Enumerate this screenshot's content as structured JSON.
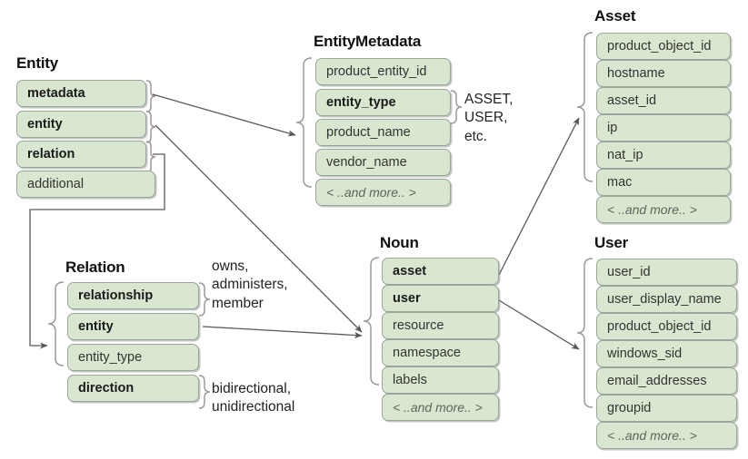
{
  "diagram": {
    "title_hidden": "UDM Entity data model",
    "background": "#ffffff",
    "box_fill": "#d9e7d0",
    "box_border": "#9aa69a",
    "wire_color": "#5a5a5a",
    "brace_color": "#9a9a9a"
  },
  "groups": {
    "entity": {
      "title": "Entity",
      "fields": [
        {
          "label": "metadata",
          "style": "bold"
        },
        {
          "label": "entity",
          "style": "bold"
        },
        {
          "label": "relation",
          "style": "bold"
        },
        {
          "label": "additional",
          "style": "normal"
        }
      ]
    },
    "entity_metadata": {
      "title": "EntityMetadata",
      "fields": [
        {
          "label": "product_entity_id",
          "style": "normal"
        },
        {
          "label": "entity_type",
          "style": "bold"
        },
        {
          "label": "product_name",
          "style": "normal"
        },
        {
          "label": "vendor_name",
          "style": "normal"
        },
        {
          "label": "< ..and more.. >",
          "style": "more"
        }
      ]
    },
    "asset": {
      "title": "Asset",
      "fields": [
        {
          "label": "product_object_id",
          "style": "normal"
        },
        {
          "label": "hostname",
          "style": "normal"
        },
        {
          "label": "asset_id",
          "style": "normal"
        },
        {
          "label": "ip",
          "style": "normal"
        },
        {
          "label": "nat_ip",
          "style": "normal"
        },
        {
          "label": "mac",
          "style": "normal"
        },
        {
          "label": "< ..and more.. >",
          "style": "more"
        }
      ]
    },
    "relation": {
      "title": "Relation",
      "fields": [
        {
          "label": "relationship",
          "style": "bold"
        },
        {
          "label": "entity",
          "style": "bold"
        },
        {
          "label": "entity_type",
          "style": "normal"
        },
        {
          "label": "direction",
          "style": "bold"
        }
      ]
    },
    "noun": {
      "title": "Noun",
      "fields": [
        {
          "label": "asset",
          "style": "bold"
        },
        {
          "label": "user",
          "style": "bold"
        },
        {
          "label": "resource",
          "style": "normal"
        },
        {
          "label": "namespace",
          "style": "normal"
        },
        {
          "label": "labels",
          "style": "normal"
        },
        {
          "label": "< ..and more.. >",
          "style": "more"
        }
      ]
    },
    "user": {
      "title": "User",
      "fields": [
        {
          "label": "user_id",
          "style": "normal"
        },
        {
          "label": "user_display_name",
          "style": "normal"
        },
        {
          "label": "product_object_id",
          "style": "normal"
        },
        {
          "label": "windows_sid",
          "style": "normal"
        },
        {
          "label": "email_addresses",
          "style": "normal"
        },
        {
          "label": "groupid",
          "style": "normal"
        },
        {
          "label": "< ..and more.. >",
          "style": "more"
        }
      ]
    }
  },
  "annotations": {
    "entity_type_values": "ASSET,\nUSER,\netc.",
    "relationship_values": "owns,\nadministers,\nmember",
    "direction_values": "bidirectional,\nunidirectional"
  }
}
